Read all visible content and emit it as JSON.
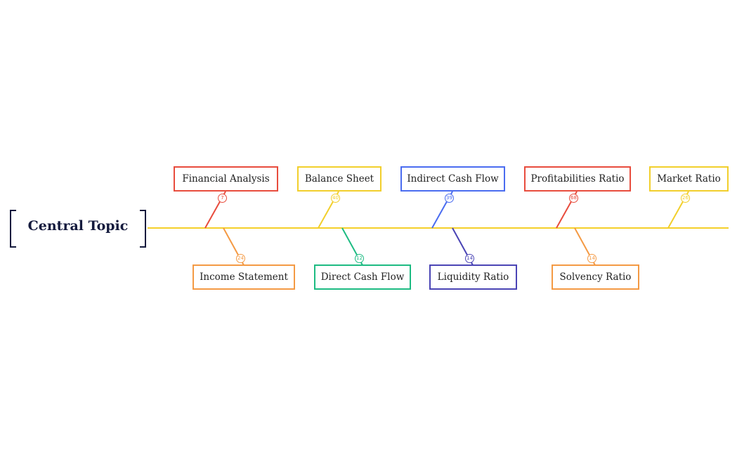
{
  "central_topic": "Central Topic",
  "colors": {
    "spine": "#f5cf2a",
    "central_text": "#141a3d"
  },
  "branches_top": [
    {
      "label": "Financial Analysis",
      "count": "7",
      "color": "#e84c3d"
    },
    {
      "label": "Balance Sheet",
      "count": "40",
      "color": "#f2cf2c"
    },
    {
      "label": "Indirect Cash Flow",
      "count": "39",
      "color": "#4a6cf0"
    },
    {
      "label": "Profitabilities Ratio",
      "count": "68",
      "color": "#e84c3d"
    },
    {
      "label": "Market Ratio",
      "count": "26",
      "color": "#f2cf2c"
    }
  ],
  "branches_bottom": [
    {
      "label": "Income Statement",
      "count": "24",
      "color": "#f49a44"
    },
    {
      "label": "Direct Cash Flow",
      "count": "12",
      "color": "#1dbb82"
    },
    {
      "label": "Liquidity Ratio",
      "count": "14",
      "color": "#4a44b5"
    },
    {
      "label": "Solvency Ratio",
      "count": "14",
      "color": "#f49a44"
    }
  ]
}
